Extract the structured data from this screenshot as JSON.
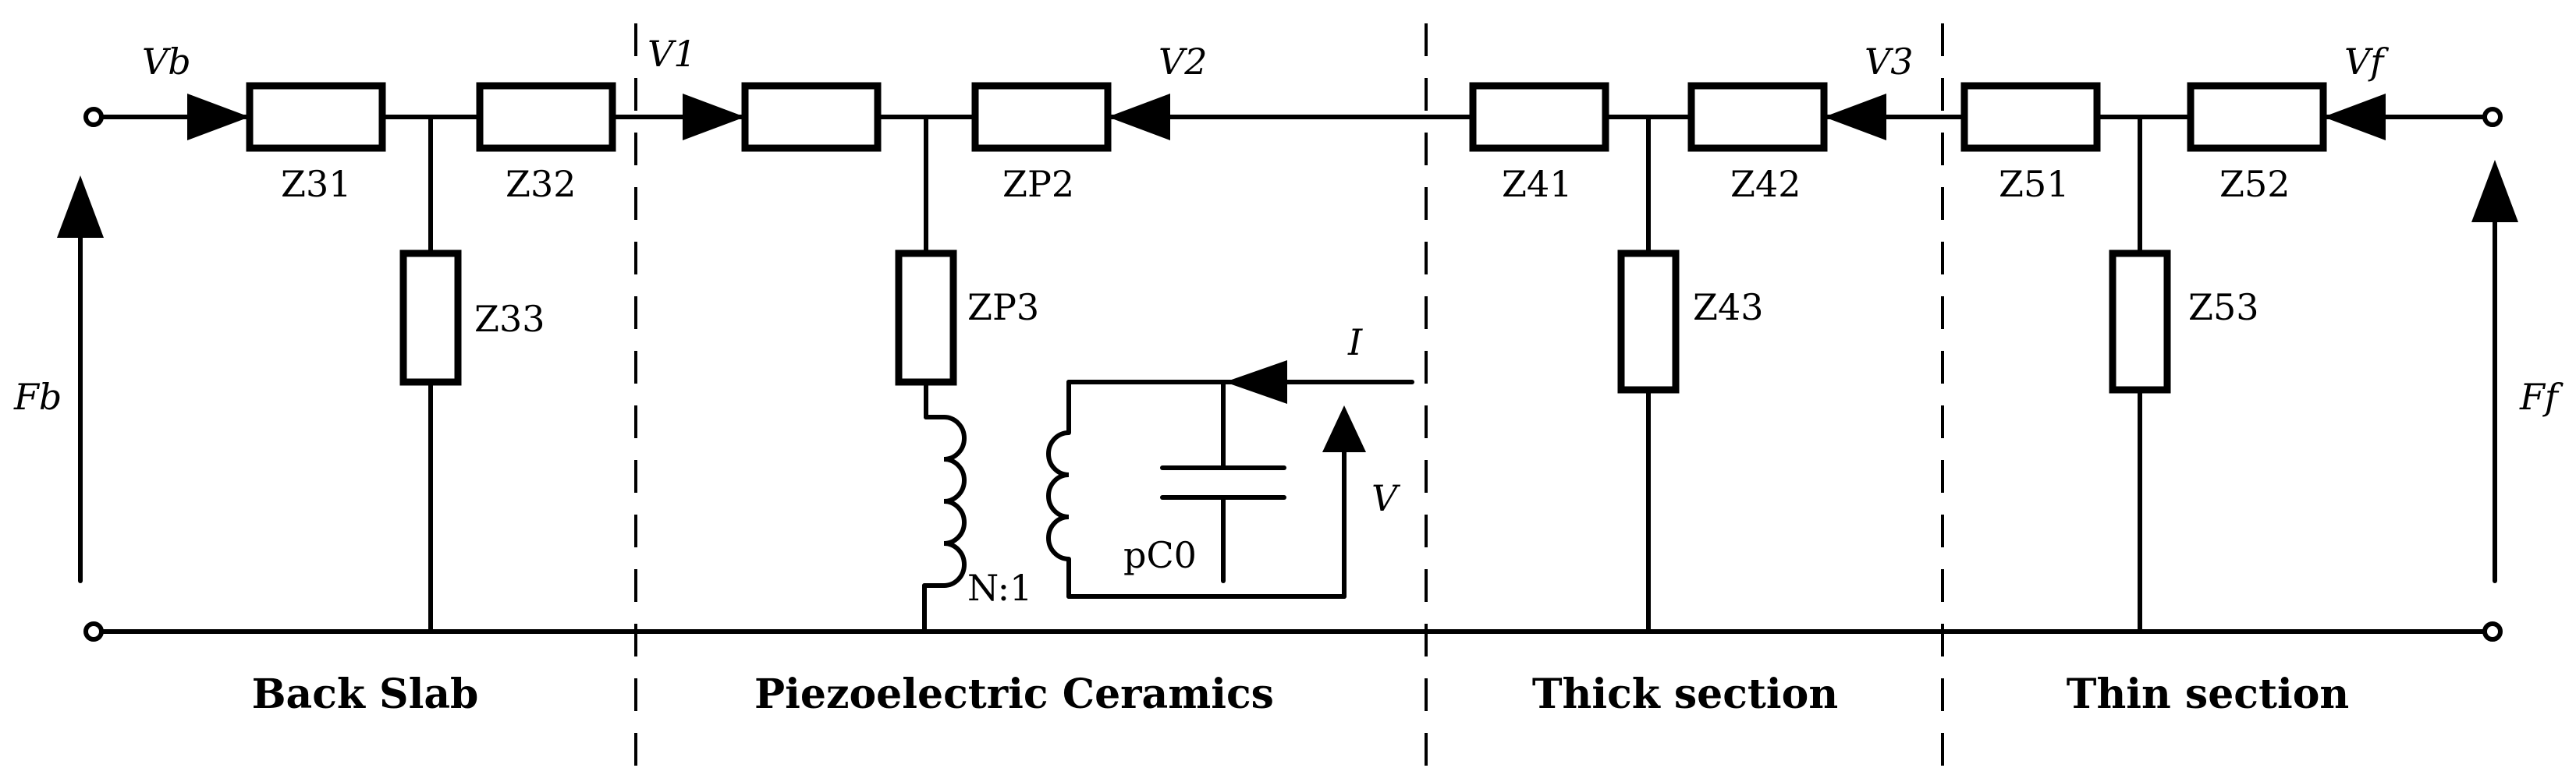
{
  "labels": {
    "vb": "Vb",
    "v1": "V1",
    "v2": "V2",
    "v3": "V3",
    "vf": "Vf",
    "fb": "Fb",
    "ff": "Ff",
    "z31": "Z31",
    "z32": "Z32",
    "z33": "Z33",
    "zp2": "ZP2",
    "zp3": "ZP3",
    "z41": "Z41",
    "z42": "Z42",
    "z43": "Z43",
    "z51": "Z51",
    "z52": "Z52",
    "z53": "Z53",
    "current": "I",
    "voltage": "V",
    "capacitor": "pC0",
    "ratio": "N:1"
  },
  "sections": {
    "back": "Back Slab",
    "piezo": "Piezoelectric Ceramics",
    "thick": "Thick section",
    "thin": "Thin section"
  }
}
